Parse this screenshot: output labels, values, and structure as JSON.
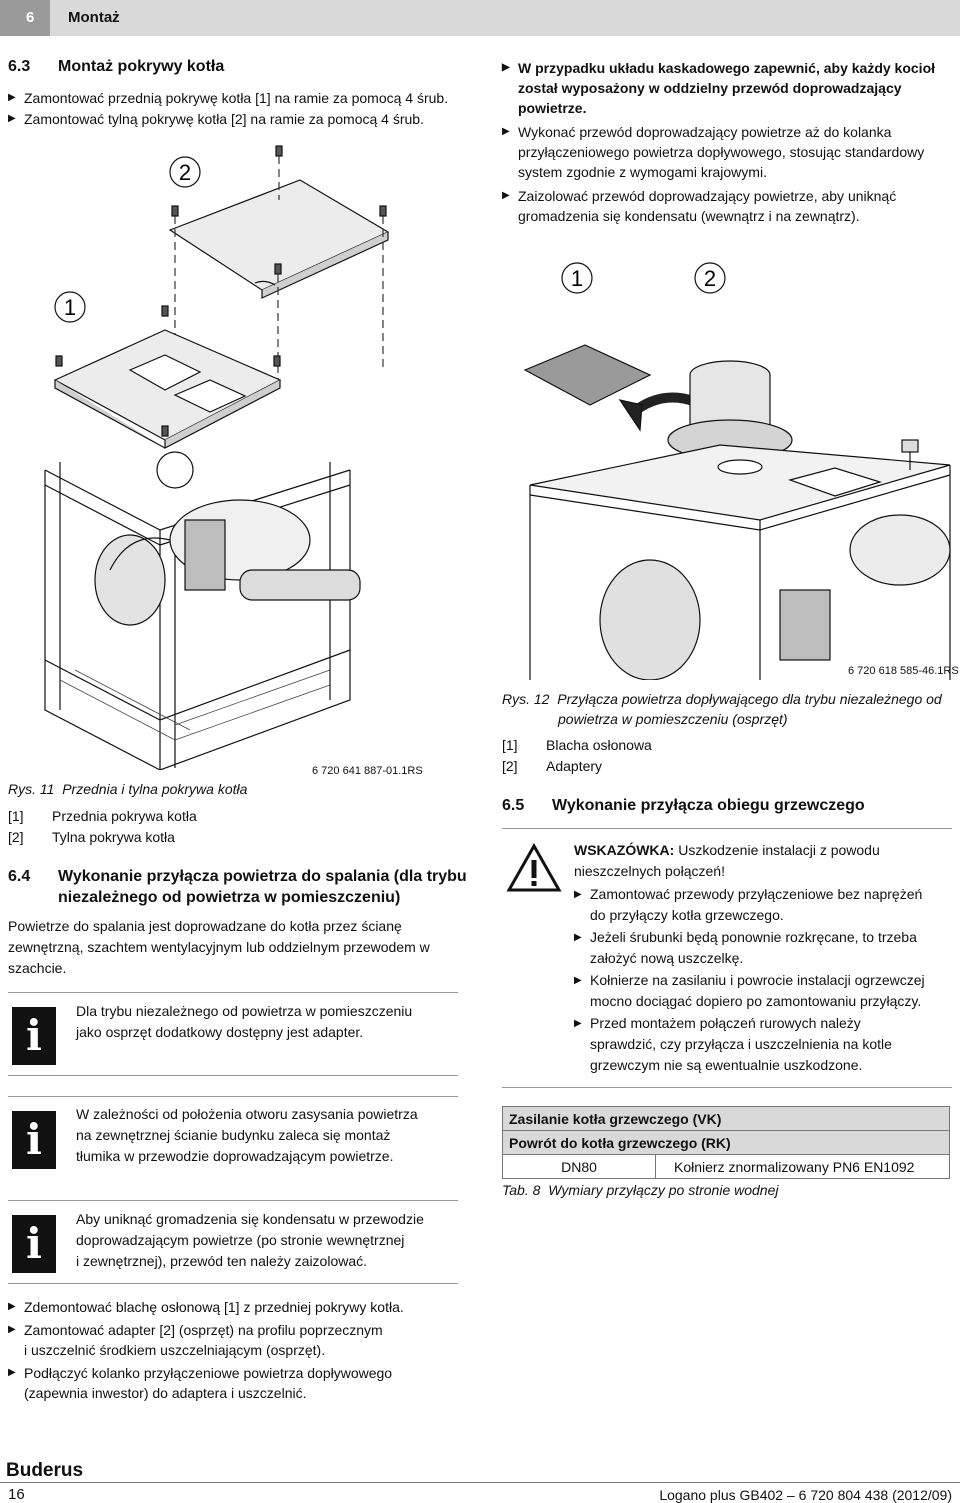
{
  "header": {
    "chapter_number": "6",
    "chapter_title": "Montaż"
  },
  "left": {
    "section_63": {
      "number": "6.3",
      "title": "Montaż pokrywy kotła"
    },
    "steps_63": [
      "Zamontować przednią pokrywę kotła [1] na ramie za pomocą 4 śrub.",
      "Zamontować tylną pokrywę kotła [2] na ramie za pomocą 4 śrub."
    ],
    "fig11": {
      "callout_1": "1",
      "callout_2": "2",
      "code": "6 720 641 887-01.1RS",
      "caption_num": "Rys. 11",
      "caption_text": "Przednia i tylna pokrywa kotła",
      "legend": [
        {
          "key": "[1]",
          "text": "Przednia pokrywa kotła"
        },
        {
          "key": "[2]",
          "text": "Tylna pokrywa kotła"
        }
      ]
    },
    "section_64": {
      "number": "6.4",
      "title_line1": "Wykonanie przyłącza powietrza do spalania (dla trybu",
      "title_line2": "niezależnego od powietrza w pomieszczeniu)"
    },
    "para_64": [
      "Powietrze do spalania jest doprowadzane do kotła przez ścianę",
      "zewnętrzną, szachtem wentylacyjnym lub oddzielnym przewodem w",
      "szachcie."
    ],
    "info1": [
      "Dla trybu niezależnego od powietrza w pomieszczeniu",
      "jako osprzęt dodatkowy dostępny jest adapter."
    ],
    "info2": [
      "W zależności od położenia otworu zasysania powietrza",
      "na zewnętrznej ścianie budynku zaleca się montaż",
      "tłumika w przewodzie doprowadzającym powietrze."
    ],
    "info3": [
      "Aby uniknąć gromadzenia się kondensatu w przewodzie",
      "doprowadzającym powietrze (po stronie wewnętrznej",
      "i zewnętrznej), przewód ten należy zaizolować."
    ],
    "icon_letter": "i",
    "steps_bottom": [
      {
        "l1": "Zdemontować blachę osłonową [1] z przedniej pokrywy kotła.",
        "l2": ""
      },
      {
        "l1": "Zamontować adapter [2] (osprzęt) na profilu poprzecznym",
        "l2": "i uszczelnić środkiem uszczelniającym (osprzęt)."
      },
      {
        "l1": "Podłączyć kolanko przyłączeniowe powietrza dopływowego",
        "l2": "(zapewnia inwestor) do adaptera i uszczelnić."
      }
    ]
  },
  "right": {
    "cascade_step": [
      "W przypadku układu kaskadowego zapewnić, aby każdy kocioł",
      "został wyposażony w oddzielny przewód doprowadzający",
      "powietrze."
    ],
    "substeps": [
      [
        "Wykonać przewód doprowadzający powietrze aż do kolanka",
        "przyłączeniowego powietrza dopływowego, stosując standardowy",
        "system zgodnie z wymogami krajowymi."
      ],
      [
        "Zaizolować przewód doprowadzający powietrze, aby uniknąć",
        "gromadzenia się kondensatu (wewnątrz i na zewnątrz)."
      ]
    ],
    "fig12": {
      "callout_1": "1",
      "callout_2": "2",
      "code": "6 720 618 585-46.1RS",
      "caption_num": "Rys. 12",
      "caption_line1": "Przyłącza powietrza dopływającego dla trybu niezależnego od",
      "caption_line2": "powietrza w pomieszczeniu (osprzęt)",
      "legend": [
        {
          "key": "[1]",
          "text": "Blacha osłonowa"
        },
        {
          "key": "[2]",
          "text": "Adaptery"
        }
      ]
    },
    "section_65": {
      "number": "6.5",
      "title": "Wykonanie przyłącza obiegu grzewczego"
    },
    "warning": {
      "label": "WSKAZÓWKA:",
      "text_line1": "Uszkodzenie instalacji z powodu",
      "text_line2": "nieszczelnych połączeń!",
      "steps": [
        [
          "Zamontować przewody przyłączeniowe bez naprężeń",
          "do przyłączy kotła grzewczego."
        ],
        [
          "Jeżeli śrubunki będą ponownie rozkręcane, to trzeba",
          "założyć nową uszczelkę."
        ],
        [
          "Kołnierze na zasilaniu i powrocie instalacji ogrzewczej",
          "mocno dociągać dopiero po zamontowaniu przyłączy."
        ],
        [
          "Przed montażem połączeń rurowych należy",
          "sprawdzić, czy przyłącza i uszczelnienia na kotle",
          "grzewczym nie są ewentualnie uszkodzone."
        ]
      ]
    },
    "table": {
      "header1": "Zasilanie kotła grzewczego (VK)",
      "header2": "Powrót do kotła grzewczego (RK)",
      "cell_dn": "DN80",
      "cell_flange": "Kołnierz znormalizowany PN6 EN1092",
      "caption_num": "Tab. 8",
      "caption_text": "Wymiary przyłączy po stronie wodnej"
    }
  },
  "footer": {
    "brand": "Buderus",
    "page_number": "16",
    "doc_ref": "Logano plus GB402 – 6 720 804 438 (2012/09)"
  }
}
